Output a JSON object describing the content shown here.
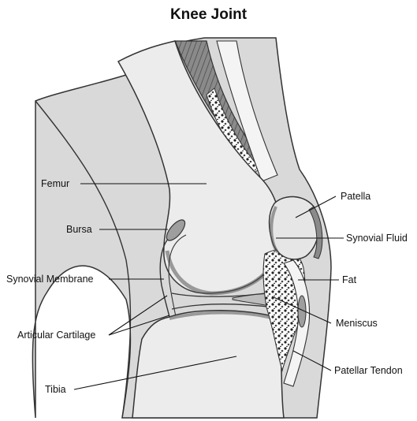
{
  "title": "Knee Joint",
  "labels": {
    "femur": "Femur",
    "bursa": "Bursa",
    "synovial_membrane": "Synovial Membrane",
    "articular_cartilage": "Articular Cartilage",
    "tibia": "Tibia",
    "patella": "Patella",
    "synovial_fluid": "Synovial Fluid",
    "fat": "Fat",
    "meniscus": "Meniscus",
    "patellar_tendon": "Patellar Tendon"
  },
  "colors": {
    "skin": "#d9d9d9",
    "bone": "#e6e6e6",
    "soft_tissue": "#bdbdbd",
    "outline": "#333333",
    "text": "#111111"
  }
}
